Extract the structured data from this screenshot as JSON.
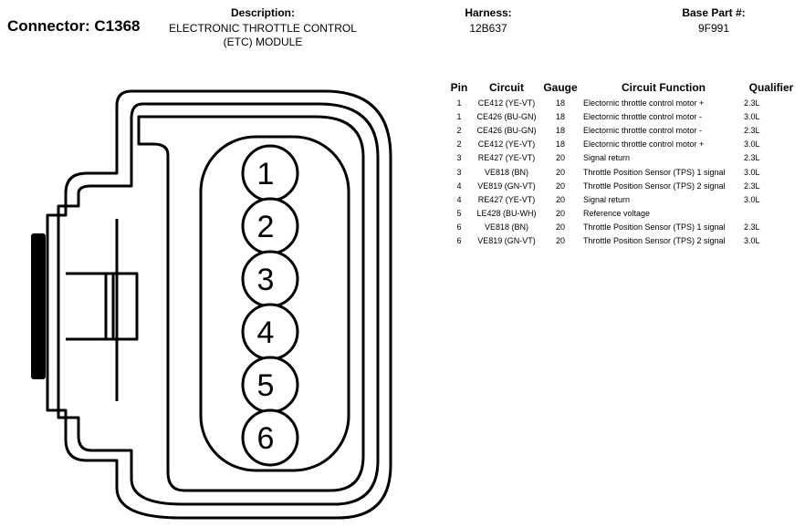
{
  "connector": {
    "title": "Connector: C1368"
  },
  "description": {
    "label": "Description:",
    "line1": "ELECTRONIC THROTTLE CONTROL",
    "line2": "(ETC) MODULE"
  },
  "harness": {
    "label": "Harness:",
    "value": "12B637"
  },
  "base_part": {
    "label": "Base Part #:",
    "value": "9F991"
  },
  "diagram": {
    "pins": [
      "1",
      "2",
      "3",
      "4",
      "5",
      "6"
    ]
  },
  "table": {
    "headers": {
      "pin": "Pin",
      "circuit": "Circuit",
      "gauge": "Gauge",
      "function": "Circuit Function",
      "qualifier": "Qualifier"
    },
    "rows": [
      {
        "pin": "1",
        "circuit": "CE412 (YE-VT)",
        "gauge": "18",
        "function": "Electornic throttle control motor +",
        "qualifier": "2.3L"
      },
      {
        "pin": "1",
        "circuit": "CE426 (BU-GN)",
        "gauge": "18",
        "function": "Electornic throttle control motor -",
        "qualifier": "3.0L"
      },
      {
        "pin": "2",
        "circuit": "CE426 (BU-GN)",
        "gauge": "18",
        "function": "Electornic throttle control motor -",
        "qualifier": "2.3L"
      },
      {
        "pin": "2",
        "circuit": "CE412 (YE-VT)",
        "gauge": "18",
        "function": "Electornic throttle control motor +",
        "qualifier": "3.0L"
      },
      {
        "pin": "3",
        "circuit": "RE427 (YE-VT)",
        "gauge": "20",
        "function": "Signal return",
        "qualifier": "2.3L"
      },
      {
        "pin": "3",
        "circuit": "VE818 (BN)",
        "gauge": "20",
        "function": "Throttle Position Sensor (TPS) 1 signal",
        "qualifier": "3.0L"
      },
      {
        "pin": "4",
        "circuit": "VE819 (GN-VT)",
        "gauge": "20",
        "function": "Throttle Position Sensor (TPS) 2 signal",
        "qualifier": "2.3L"
      },
      {
        "pin": "4",
        "circuit": "RE427 (YE-VT)",
        "gauge": "20",
        "function": "Signal return",
        "qualifier": "3.0L"
      },
      {
        "pin": "5",
        "circuit": "LE428 (BU-WH)",
        "gauge": "20",
        "function": "Reference voltage",
        "qualifier": ""
      },
      {
        "pin": "6",
        "circuit": "VE818 (BN)",
        "gauge": "20",
        "function": "Throttle Position Sensor (TPS) 1 signal",
        "qualifier": "2.3L"
      },
      {
        "pin": "6",
        "circuit": "VE819 (GN-VT)",
        "gauge": "20",
        "function": "Throttle Position Sensor (TPS) 2 signal",
        "qualifier": "3.0L"
      }
    ]
  }
}
